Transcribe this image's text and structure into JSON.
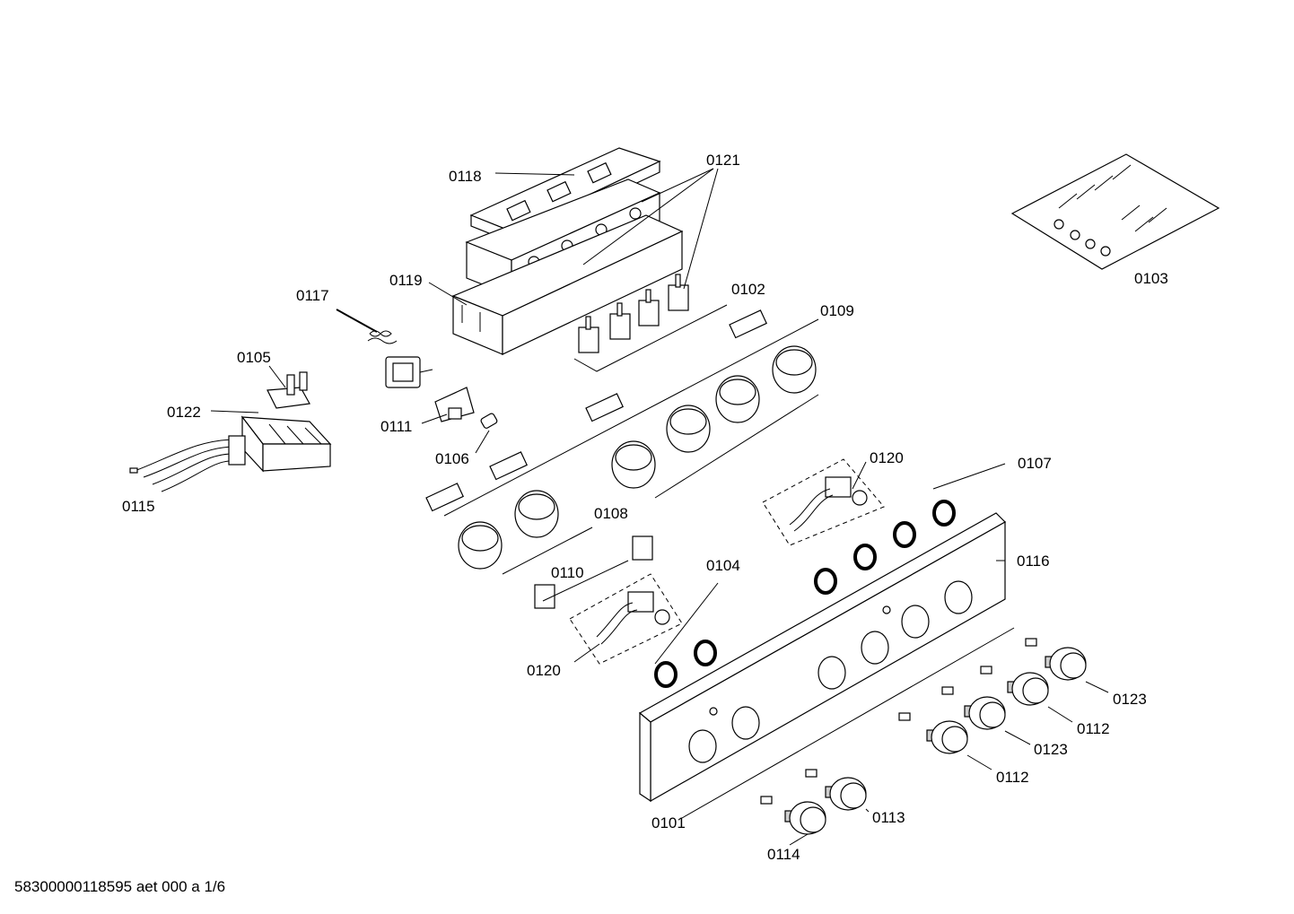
{
  "labels": {
    "p0118": "0118",
    "p0121": "0121",
    "p0103": "0103",
    "p0119": "0119",
    "p0117": "0117",
    "p0102": "0102",
    "p0109": "0109",
    "p0105": "0105",
    "p0122": "0122",
    "p0111": "0111",
    "p0106": "0106",
    "p0115": "0115",
    "p0120a": "0120",
    "p0107": "0107",
    "p0108": "0108",
    "p0116": "0116",
    "p0110": "0110",
    "p0104": "0104",
    "p0120b": "0120",
    "p0123a": "0123",
    "p0112a": "0112",
    "p0123b": "0123",
    "p0112b": "0112",
    "p0113": "0113",
    "p0101": "0101",
    "p0114": "0114"
  },
  "footer": "58300000118595 aet 000 a 1/6"
}
